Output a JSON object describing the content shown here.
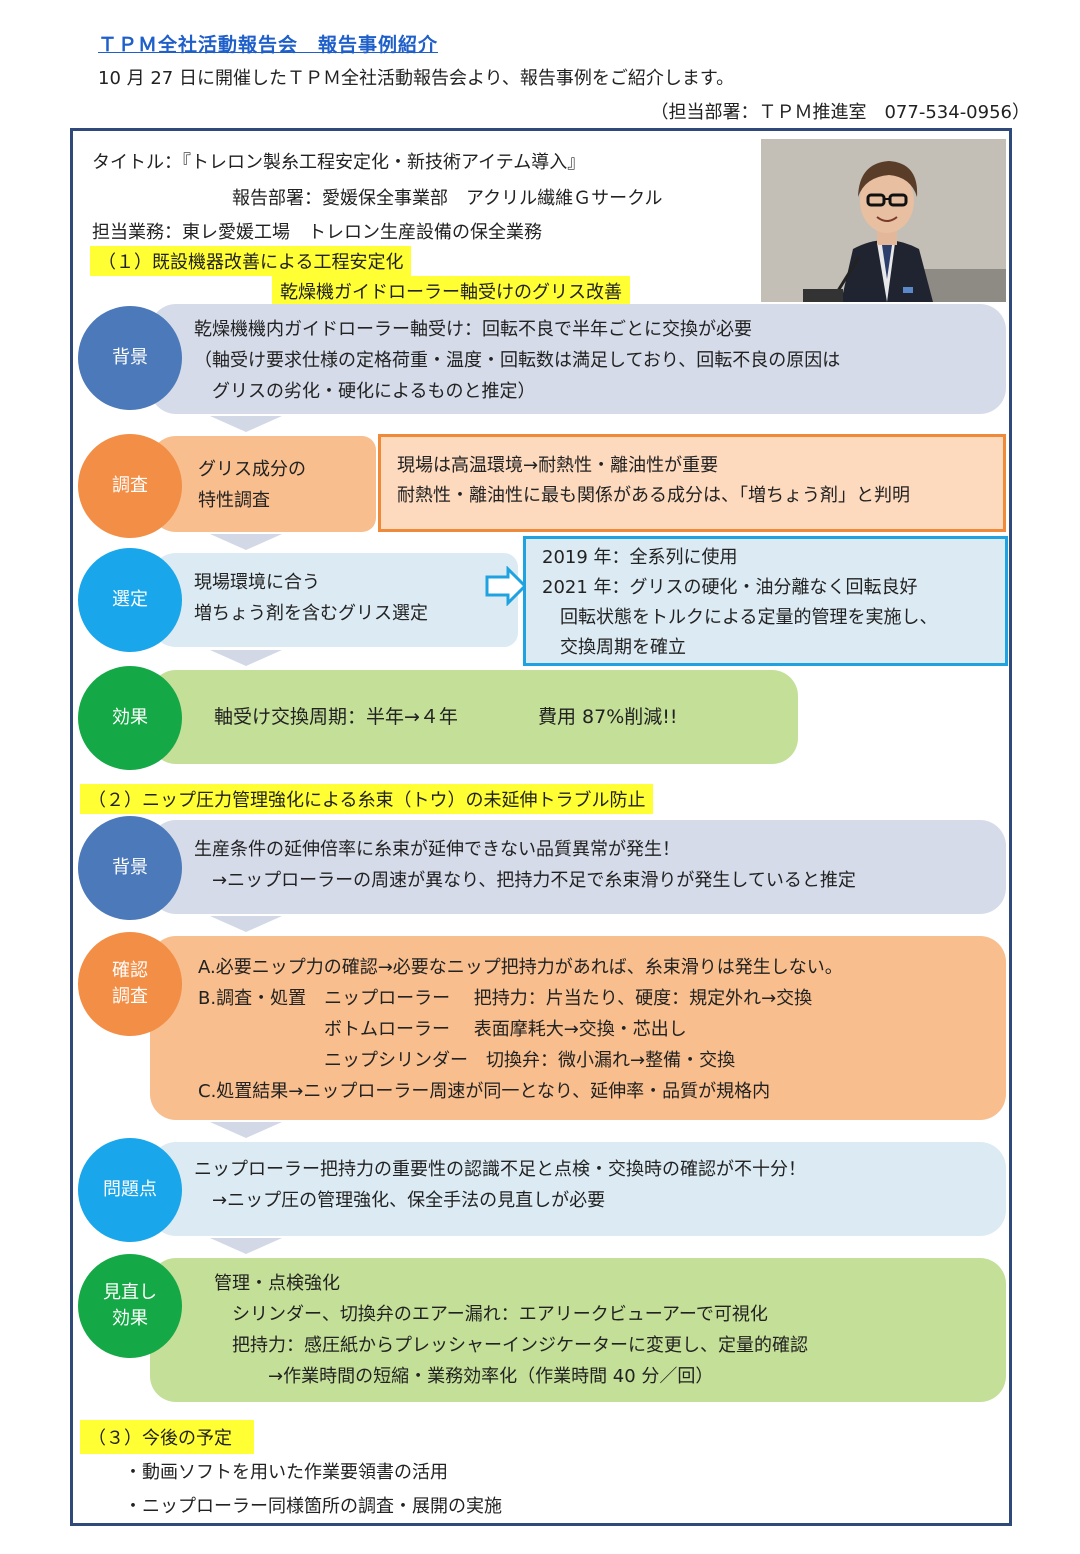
{
  "header": {
    "title": "ＴＰＭ全社活動報告会　報告事例紹介",
    "intro": "10 月 27 日に開催したＴＰＭ全社活動報告会より、報告事例をご紹介します。",
    "dept": "（担当部署：ＴＰＭ推進室　077-534-0956）"
  },
  "report": {
    "title": "タイトル：『トレロン製糸工程安定化・新技術アイテム導入』",
    "department": "報告部署：愛媛保全事業部　アクリル繊維Ｇサークル",
    "duty": "担当業務：東レ愛媛工場　トレロン生産設備の保全業務"
  },
  "section1": {
    "heading": "（１）既設機器改善による工程安定化",
    "subheading": "乾燥機ガイドローラー軸受けのグリス改善",
    "background_label": "背景",
    "background_lines": [
      "乾燥機機内ガイドローラー軸受け：回転不良で半年ごとに交換が必要",
      "（軸受け要求仕様の定格荷重・温度・回転数は満足しており、回転不良の原因は",
      "　グリスの劣化・硬化によるものと推定）"
    ],
    "survey_label": "調査",
    "survey_lines": [
      "グリス成分の",
      "特性調査"
    ],
    "survey_note_lines": [
      "現場は高温環境→耐熱性・離油性が重要",
      "耐熱性・離油性に最も関係がある成分は、「増ちょう剤」と判明"
    ],
    "select_label": "選定",
    "select_lines": [
      "現場環境に合う",
      "増ちょう剤を含むグリス選定"
    ],
    "select_note_lines": [
      "2019 年：全系列に使用",
      "2021 年：グリスの硬化・油分離なく回転良好",
      "　回転状態をトルクによる定量的管理を実施し、",
      "　交換周期を確立"
    ],
    "effect_label": "効果",
    "effect_text_1": "軸受け交換周期：半年→４年",
    "effect_text_2": "費用 87%削減!!"
  },
  "section2": {
    "heading": "（２）ニップ圧力管理強化による糸束（トウ）の未延伸トラブル防止",
    "background_label": "背景",
    "background_lines": [
      "生産条件の延伸倍率に糸束が延伸できない品質異常が発生！",
      "　→ニップローラーの周速が異なり、把持力不足で糸束滑りが発生していると推定"
    ],
    "check_label": "確認\n調査",
    "check_lines": [
      "A.必要ニップ力の確認→必要なニップ把持力があれば、糸束滑りは発生しない。",
      "B.調査・処置　ニップローラー　 把持力：片当たり、硬度：規定外れ→交換",
      "　　　　　　　ボトムローラー　 表面摩耗大→交換・芯出し",
      "　　　　　　　ニップシリンダー　切換弁：微小漏れ→整備・交換",
      "C.処置結果→ニップローラー周速が同一となり、延伸率・品質が規格内"
    ],
    "problem_label": "問題点",
    "problem_lines": [
      "ニップローラー把持力の重要性の認識不足と点検・交換時の確認が不十分！",
      "　→ニップ圧の管理強化、保全手法の見直しが必要"
    ],
    "review_label": "見直し\n効果",
    "review_lines": [
      "管理・点検強化",
      "　シリンダー、切換弁のエアー漏れ：エアリークビューアーで可視化",
      "　把持力：感圧紙からプレッシャーインジケーターに変更し、定量的確認",
      "　　　→作業時間の短縮・業務効率化（作業時間 40 分／回）"
    ]
  },
  "section3": {
    "heading": "（３）今後の予定",
    "items": [
      "・動画ソフトを用いた作業要領書の活用",
      "・ニップローラー同様箇所の調査・展開の実施"
    ]
  }
}
